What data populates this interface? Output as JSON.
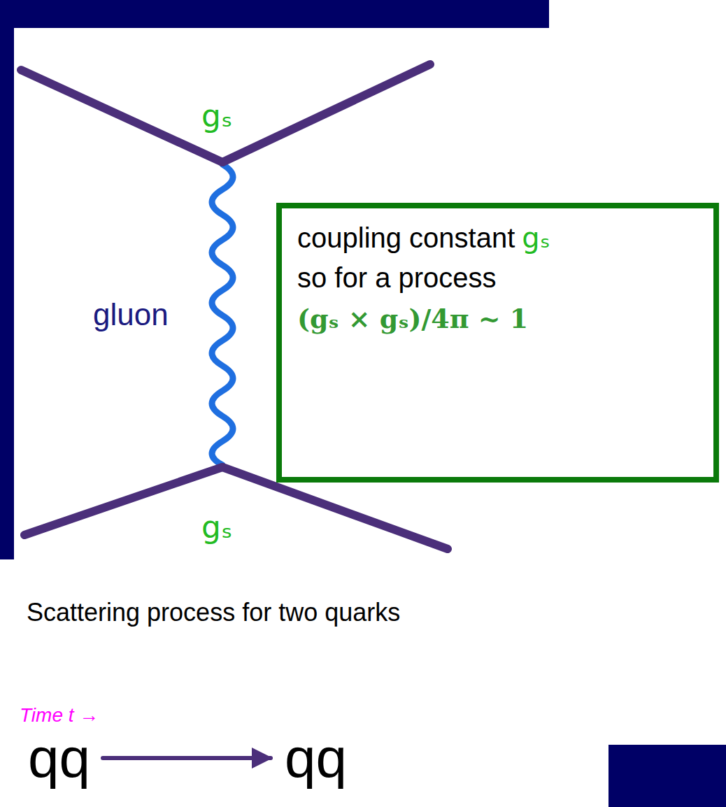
{
  "diagram": {
    "nodes": [
      {
        "text": [
          "coupling constant",
          "gₛ",
          "so for a process",
          "(gₛ × gₛ)/4π ~ 1"
        ]
      },
      {
        "text": [
          "qq"
        ]
      },
      {
        "text": [
          "qq"
        ]
      }
    ],
    "edges": [
      {
        "from": 1,
        "to": 2,
        "arrow": "to"
      }
    ],
    "labels": [
      "gₛ",
      "gluon",
      "gₛ",
      "Scattering process for two quarks",
      "Time t →"
    ]
  }
}
